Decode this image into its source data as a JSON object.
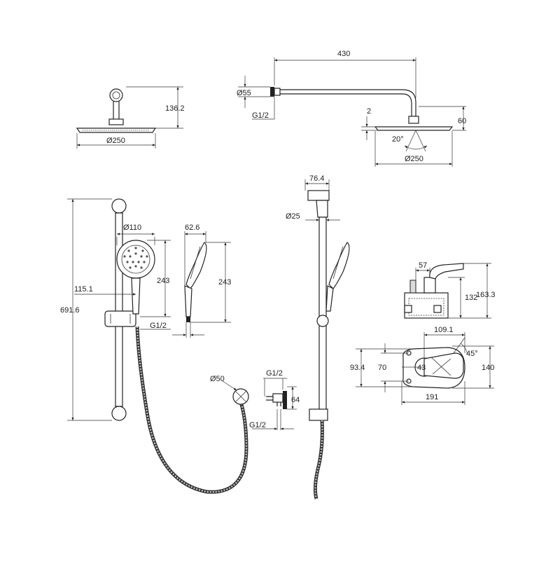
{
  "labels": {
    "head_top_height": "136.2",
    "head_top_diameter": "Ø250",
    "arm_length": "430",
    "arm_flange_diameter": "Ø55",
    "arm_thread": "G1/2",
    "head_thickness": "2",
    "arm_drop": "60",
    "tilt_angle": "20°",
    "head_side_diameter": "Ø250",
    "rail_height": "691.6",
    "rail_offset": "115.1",
    "hand_diameter": "Ø110",
    "hand_length_front": "243",
    "hand_thread": "G1/2",
    "hand_side_width": "62.6",
    "hand_length_side": "243",
    "outlet_diameter": "Ø50",
    "outlet_thread_top": "G1/2",
    "outlet_depth": "64",
    "outlet_thread_bottom": "G1/2",
    "holder_width": "76.4",
    "rail_diameter": "Ø25",
    "mixer_handle_offset": "57",
    "mixer_box_height": "132",
    "mixer_total_height": "163.3",
    "mixer_front_width": "109.1",
    "mixer_handle_angle": "45°",
    "plate_inner_height": "93.4",
    "plate_height_70": "70",
    "plate_center": "43",
    "plate_outer_height": "140",
    "plate_width": "191"
  },
  "colors": {
    "line": "#222222",
    "fill": "#ffffff",
    "hose": "#333333"
  }
}
